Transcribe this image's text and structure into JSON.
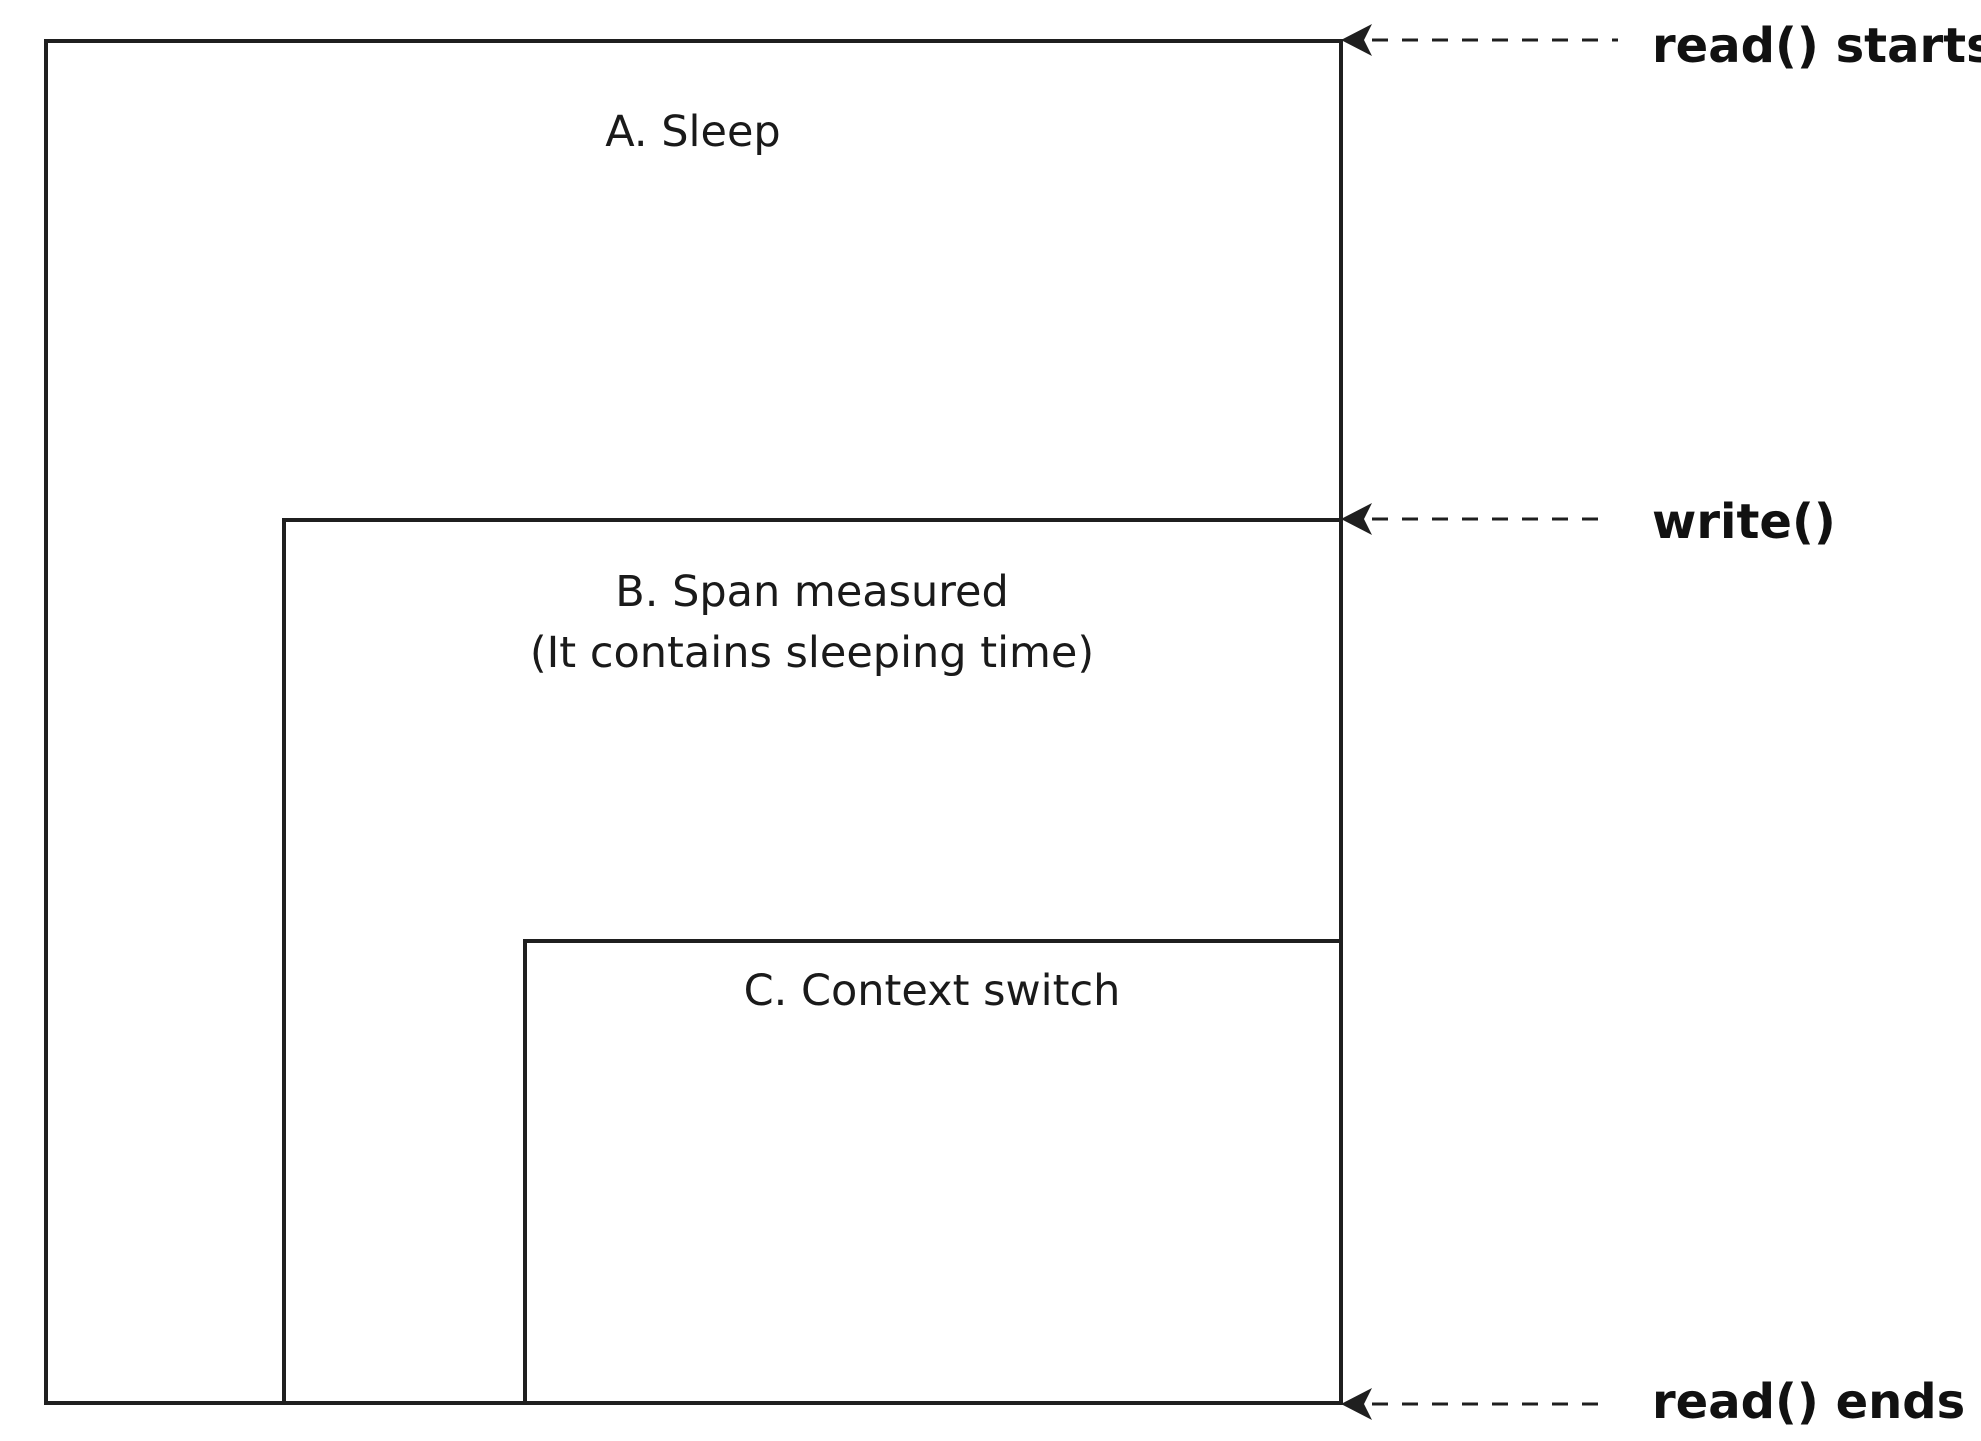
{
  "boxes": {
    "sleep": {
      "label": "A. Sleep"
    },
    "span": {
      "label_line1": "B. Span measured",
      "label_line2": "(It contains sleeping time)"
    },
    "context_switch": {
      "label": "C. Context switch"
    }
  },
  "markers": {
    "read_starts": {
      "label": "read() starts"
    },
    "write": {
      "label": "write()"
    },
    "read_ends": {
      "label": "read() ends"
    }
  },
  "colors": {
    "line": "#1f1f1f",
    "text": "#1a1a1a",
    "background": "#ffffff"
  }
}
